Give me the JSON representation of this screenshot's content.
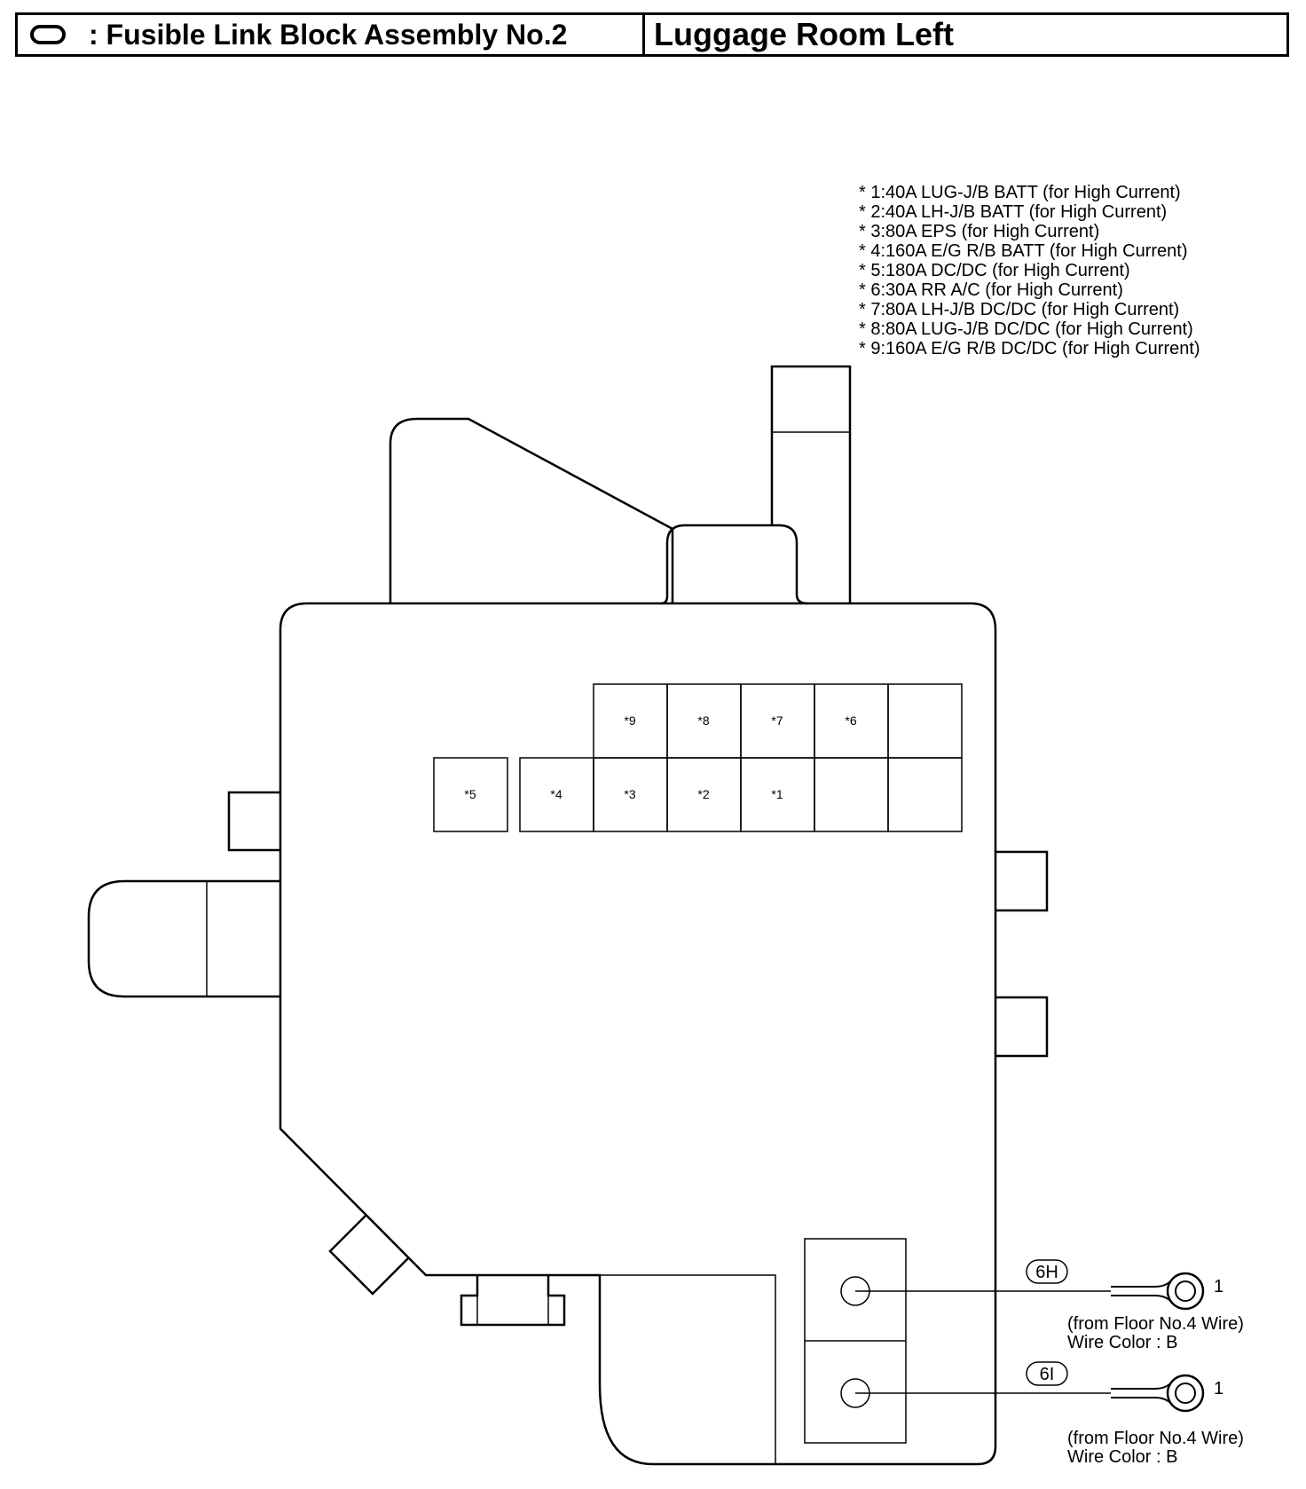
{
  "header": {
    "title": ": Fusible Link Block Assembly No.2",
    "location": "Luggage Room Left",
    "icon": "oval-connector-icon"
  },
  "legend": [
    "* 1:40A LUG-J/B BATT (for High Current)",
    "* 2:40A LH-J/B BATT (for High Current)",
    "* 3:80A EPS (for High Current)",
    "* 4:160A E/G R/B BATT (for High Current)",
    "* 5:180A DC/DC (for High Current)",
    "* 6:30A RR A/C (for High Current)",
    "* 7:80A LH-J/B DC/DC (for High Current)",
    "* 8:80A LUG-J/B DC/DC (for High Current)",
    "* 9:160A E/G R/B DC/DC (for High Current)"
  ],
  "fuses": {
    "f9": "*9",
    "f8": "*8",
    "f7": "*7",
    "f6": "*6",
    "f5": "*5",
    "f4": "*4",
    "f3": "*3",
    "f2": "*2",
    "f1": "*1"
  },
  "terminals": [
    {
      "code": "6H",
      "pin": "1",
      "from": "(from Floor No.4 Wire)",
      "color": "Wire Color : B"
    },
    {
      "code": "6I",
      "pin": "1",
      "from": "(from Floor No.4 Wire)",
      "color": "Wire Color : B"
    }
  ]
}
